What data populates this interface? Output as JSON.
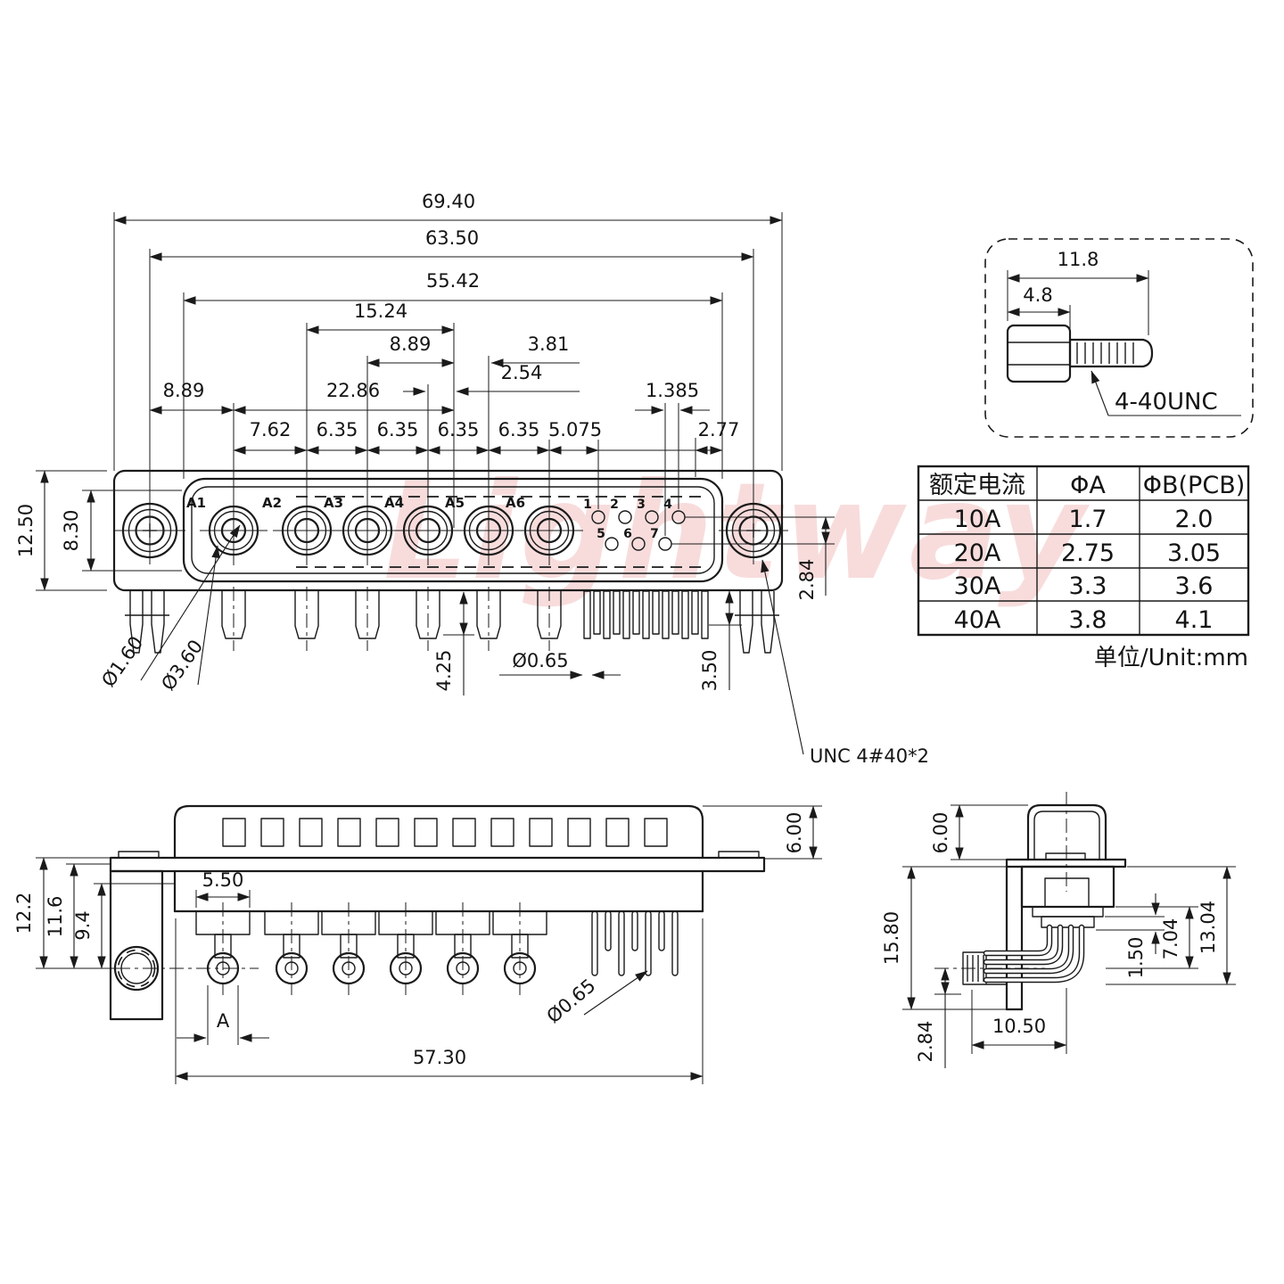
{
  "watermark": "Lightway",
  "front_view": {
    "dims": {
      "w_total": "69.40",
      "w_holes": "63.50",
      "w_shell": "55.42",
      "d_1524": "15.24",
      "d_889b": "8.89",
      "d_381": "3.81",
      "d_254": "2.54",
      "d_889a": "8.89",
      "d_2286": "22.86",
      "d_1385": "1.385",
      "d_277": "2.77",
      "h_flange": "12.50",
      "h_shell": "8.30",
      "row_pitch": "2.84",
      "tail_len": "4.25",
      "pin_len": "3.50",
      "dia_pin": "Ø0.65",
      "dia_inner": "Ø1.60",
      "dia_outer": "Ø3.60"
    },
    "chain": [
      "7.62",
      "6.35",
      "6.35",
      "6.35",
      "6.35",
      "5.075"
    ],
    "contacts": [
      "A1",
      "A2",
      "A3",
      "A4",
      "A5",
      "A6"
    ],
    "pins": [
      "1",
      "2",
      "3",
      "4",
      "5",
      "6",
      "7"
    ],
    "unc_label": "UNC 4#40*2"
  },
  "screw_detail": {
    "length": "11.8",
    "head": "4.8",
    "thread": "4-40UNC"
  },
  "table": {
    "headers": [
      "额定电流",
      "ΦA",
      "ΦB(PCB)"
    ],
    "rows": [
      [
        "10A",
        "1.7",
        "2.0"
      ],
      [
        "20A",
        "2.75",
        "3.05"
      ],
      [
        "30A",
        "3.3",
        "3.6"
      ],
      [
        "40A",
        "3.8",
        "4.1"
      ]
    ],
    "unit_note": "单位/Unit:mm"
  },
  "side_view": {
    "v_1": "12.2",
    "v_2": "11.6",
    "v_3": "9.4",
    "d_shoulder": "5.50",
    "d_a": "A",
    "w_body": "57.30",
    "dia_pin": "Ø0.65",
    "h_shell": "6.00"
  },
  "right_view": {
    "h_shell": "6.00",
    "v_body": "15.80",
    "v_284": "2.84",
    "d_1050": "10.50",
    "s_150": "1.50",
    "s_704": "7.04",
    "s_1304": "13.04"
  }
}
